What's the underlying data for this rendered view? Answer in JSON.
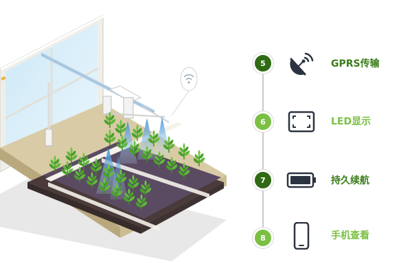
{
  "features": [
    {
      "number": "5",
      "label": "GPRS传输",
      "node_color": "#2f6a14",
      "label_color": "#3a7d1a",
      "icon": "satellite-dish-icon"
    },
    {
      "number": "6",
      "label": "LED显示",
      "node_color": "#7bc043",
      "label_color": "#7bc043",
      "icon": "led-display-icon"
    },
    {
      "number": "7",
      "label": "持久续航",
      "node_color": "#2f6a14",
      "label_color": "#3a7d1a",
      "icon": "battery-icon"
    },
    {
      "number": "8",
      "label": "手机查看",
      "node_color": "#7bc043",
      "label_color": "#7bc043",
      "icon": "smartphone-icon"
    }
  ],
  "colors": {
    "dark_green": "#2f6a14",
    "light_green": "#7bc043",
    "icon_stroke": "#2b3340",
    "timeline": "#c9c9c9"
  }
}
